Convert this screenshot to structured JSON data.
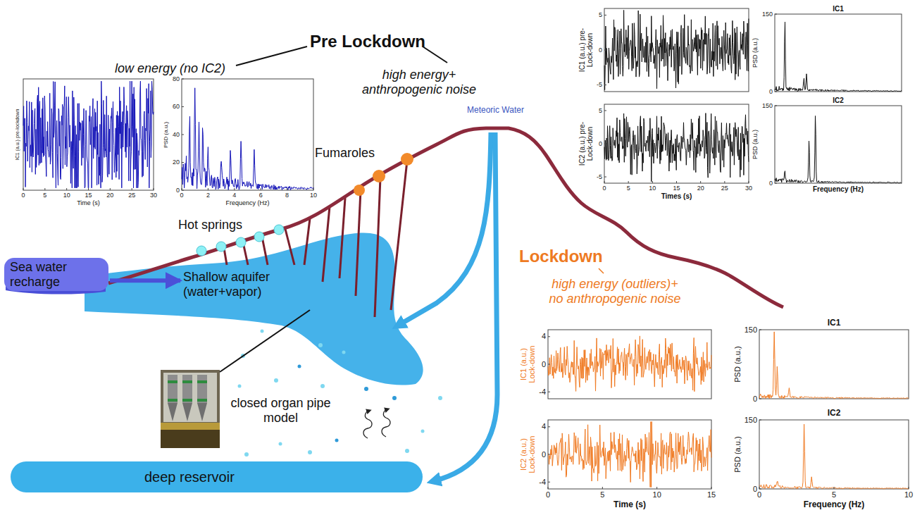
{
  "diagram": {
    "nodes": [
      {
        "text": [
          "Sea water recharge"
        ]
      },
      {
        "text": [
          "Shallow aquifer (water+vapor)"
        ]
      },
      {
        "text": [
          "deep reservoir"
        ]
      }
    ],
    "edges": [
      {
        "from": 0,
        "to": 1,
        "arrow": "to"
      }
    ],
    "labels": [
      "Pre Lockdown",
      "low energy (no IC2)",
      "high energy+ anthropogenic noise",
      "Meteoric Water",
      "Fumaroles",
      "Hot springs",
      "closed organ pipe model",
      "Lockdown",
      "high energy (outliers)+ no anthropogenic noise",
      "IC1 (a.u.) pre-lockdown",
      "0",
      "5",
      "10",
      "15",
      "20",
      "25",
      "30",
      "Time (s)",
      "PSD (a.u.)",
      "80",
      "60",
      "40",
      "20",
      "0",
      "0",
      "2",
      "4",
      "6",
      "8",
      "10",
      "Frequency (Hz)",
      "IC1 (a.u.) pre-Lock-down",
      "5",
      "0",
      "-5",
      "IC2 (a.u.) pre-Lock-down",
      "5",
      "0",
      "-5",
      "0",
      "5",
      "10",
      "15",
      "20",
      "25",
      "30",
      "Times (s)",
      "IC1",
      "PSD (a.u.)",
      "150",
      "0",
      "IC2",
      "PSD (a.u.)",
      "150",
      "0",
      "Frequency (Hz)",
      "IC1 (a.u.) Lock-down",
      "4",
      "0",
      "-4",
      "IC2 (a.u.) Lock-down",
      "4",
      "0",
      "-4",
      "0",
      "5",
      "10",
      "15",
      "Time (s)",
      "IC1",
      "PSD (a.u.)",
      "150",
      "0",
      "IC2",
      "PSD (a.u.)",
      "150",
      "0",
      "0",
      "5",
      "10",
      "Frequency (Hz)"
    ]
  }
}
